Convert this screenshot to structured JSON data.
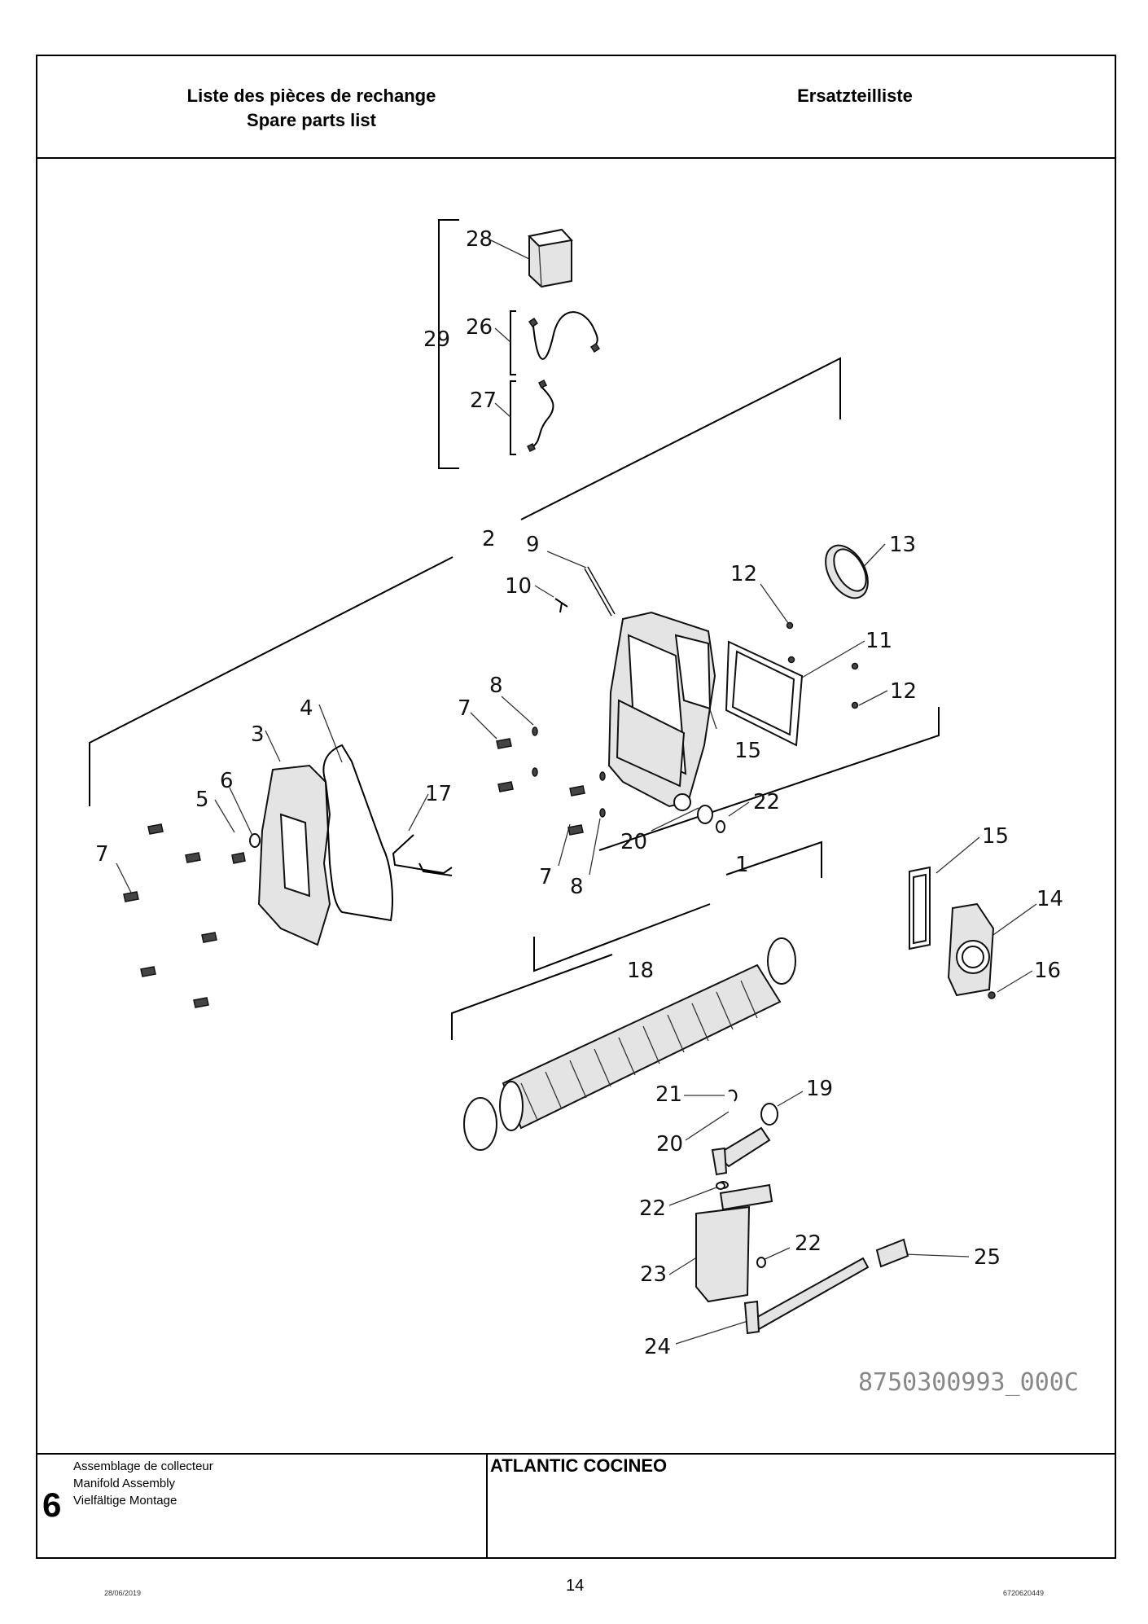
{
  "header": {
    "title_fr": "Liste des pièces de rechange",
    "title_en": "Spare parts list",
    "title_de": "Ersatzteilliste"
  },
  "diagram": {
    "drawing_number": "8750300993_000C",
    "labels": {
      "l28": "28",
      "l29": "29",
      "l26": "26",
      "l27": "27",
      "l2": "2",
      "l9": "9",
      "l10": "10",
      "l12a": "12",
      "l13": "13",
      "l11": "11",
      "l12b": "12",
      "l8a": "8",
      "l7a": "7",
      "l4": "4",
      "l3": "3",
      "l6": "6",
      "l5": "5",
      "l17": "17",
      "l15a": "15",
      "l22a": "22",
      "l20a": "20",
      "l7b": "7",
      "l8b": "8",
      "l1": "1",
      "l7c": "7",
      "l15b": "15",
      "l14": "14",
      "l16": "16",
      "l18": "18",
      "l21": "21",
      "l19": "19",
      "l20b": "20",
      "l22b": "22",
      "l22c": "22",
      "l25": "25",
      "l23": "23",
      "l24": "24"
    }
  },
  "footer": {
    "description_fr": "Assemblage de collecteur",
    "description_en": "Manifold Assembly",
    "description_de": "Vielfältige Montage",
    "section_number": "6",
    "product": "ATLANTIC COCINEO",
    "page": "14",
    "date": "28/06/2019",
    "doc_number": "6720620449"
  }
}
